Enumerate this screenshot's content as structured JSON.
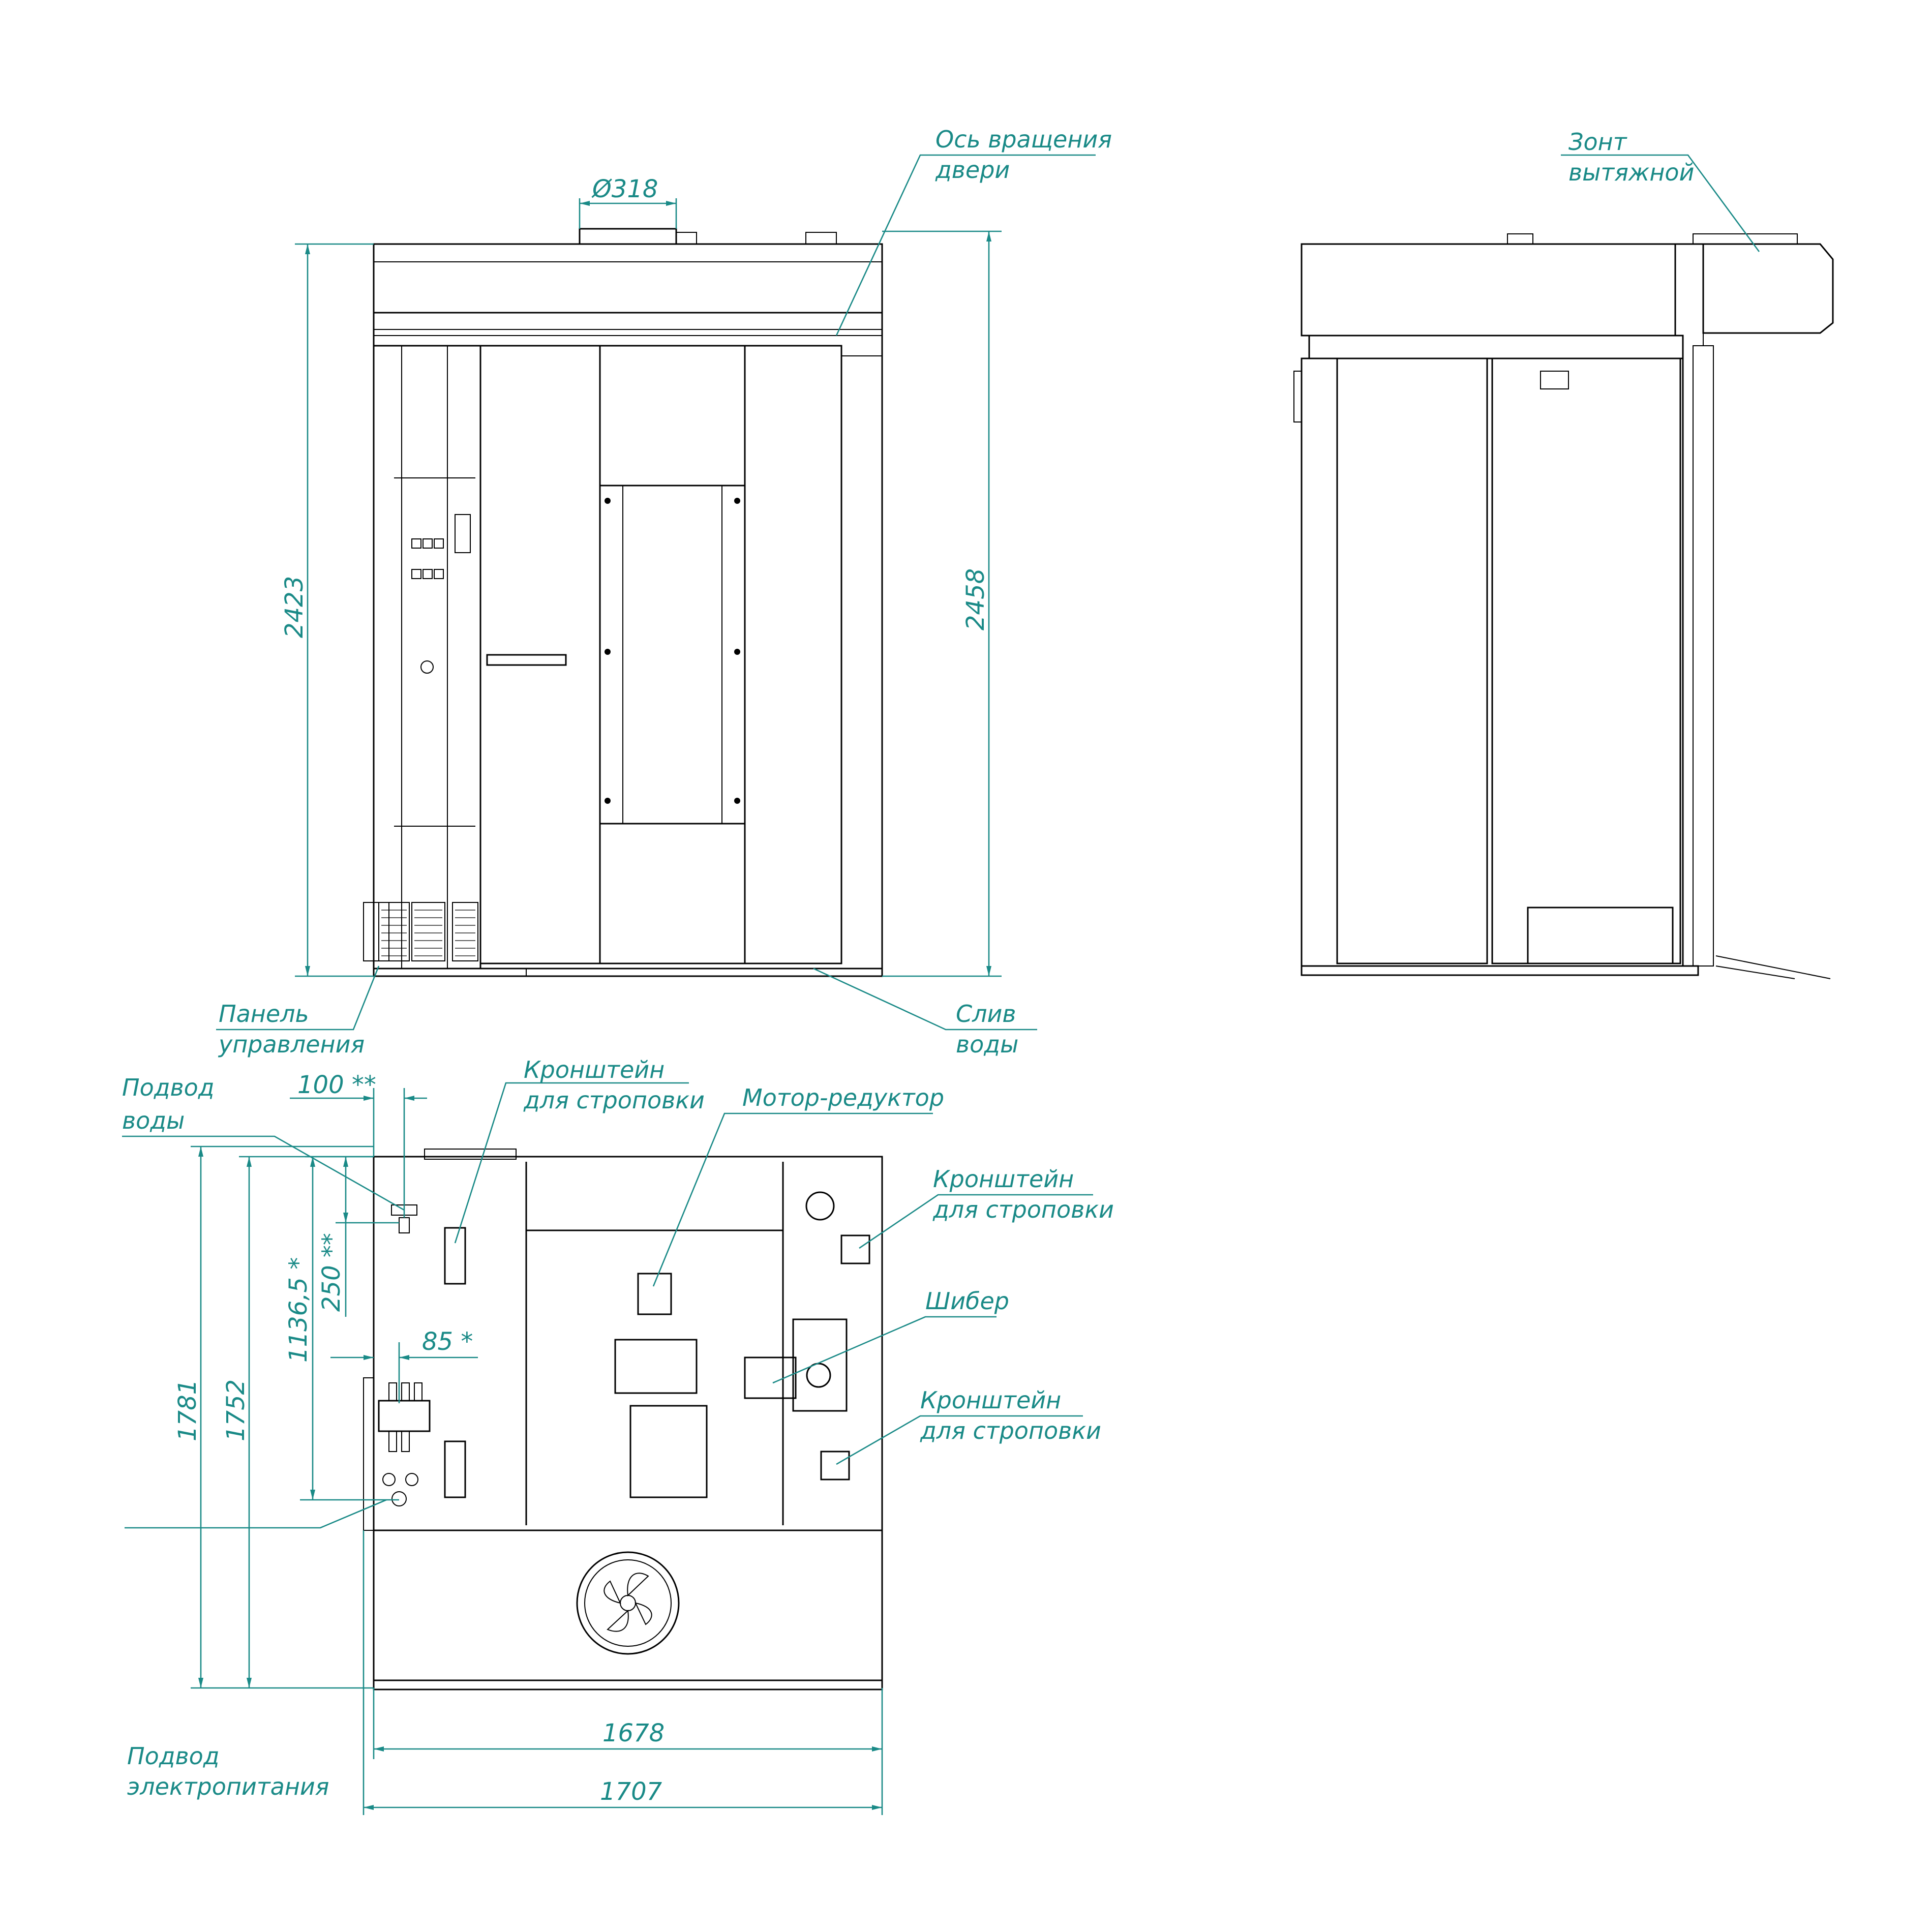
{
  "callouts": {
    "door_axis": [
      "Ось вращения",
      "двери"
    ],
    "hood": [
      "Зонт",
      "вытяжной"
    ],
    "control_panel": [
      "Панель",
      "управления"
    ],
    "drain": [
      "Слив",
      "воды"
    ],
    "water_inlet": [
      "Подвод",
      "воды"
    ],
    "lifting_bracket_1": [
      "Кронштейн",
      "для строповки"
    ],
    "motor_reducer": [
      "Мотор-редуктор"
    ],
    "lifting_bracket_2": [
      "Кронштейн",
      "для строповки"
    ],
    "damper": [
      "Шибер"
    ],
    "lifting_bracket_3": [
      "Кронштейн",
      "для строповки"
    ],
    "power_inlet": [
      "Подвод",
      "электропитания"
    ]
  },
  "dimensions": {
    "chimney_diameter": "Ø318",
    "height_front": "2423",
    "height_total": "2458",
    "water_offset_x": "100 **",
    "water_offset_y": "250 **",
    "power_offset_y": "1136,5 *",
    "power_offset_x": "85 *",
    "depth_total": "1781",
    "depth_body": "1752",
    "width_body": "1678",
    "width_total": "1707"
  },
  "colors": {
    "dimension": "#1a8a87",
    "outline": "#000000"
  }
}
